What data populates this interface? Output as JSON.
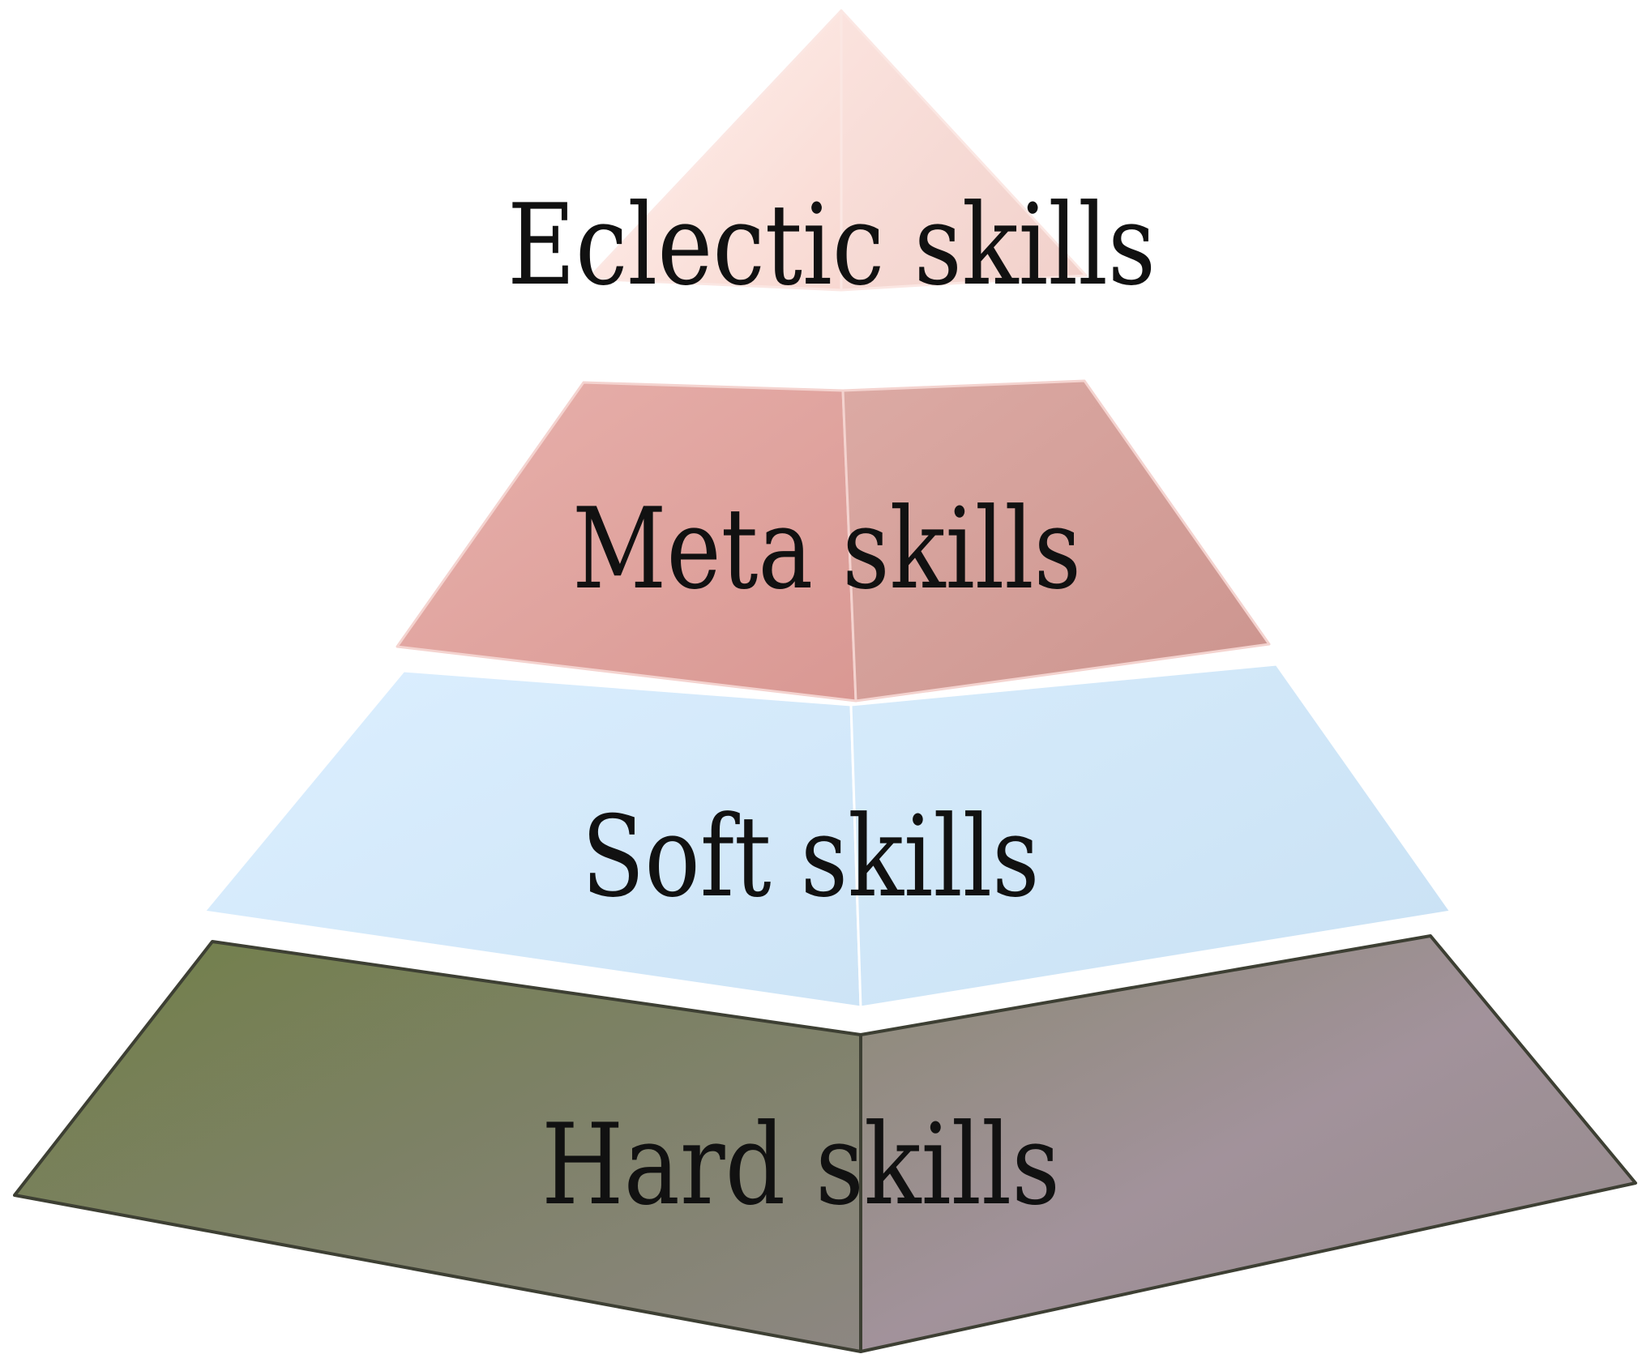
{
  "diagram": {
    "type": "pyramid",
    "tiers": [
      {
        "label": "Eclectic skills",
        "color_left": "#fde4df",
        "color_right": "#f7dbd6"
      },
      {
        "label": "Meta skills",
        "color_left": "#e3a7a2",
        "color_right": "#d7a19b"
      },
      {
        "label": "Soft skills",
        "color_left": "#d6ebfb",
        "color_right": "#d1e7f8"
      },
      {
        "label": "Hard skills",
        "color_left": "#7c8466",
        "color_right": "#a3939c"
      }
    ]
  }
}
